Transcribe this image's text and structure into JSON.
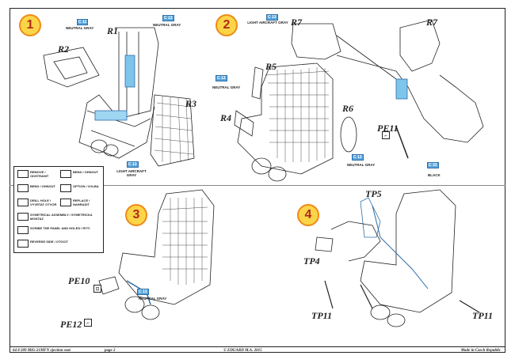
{
  "steps": [
    "1",
    "2",
    "3",
    "4"
  ],
  "parts": {
    "r1": "R1",
    "r2": "R2",
    "r3": "R3",
    "r4": "R4",
    "r5": "R5",
    "r6": "R6",
    "r7a": "R7",
    "r7b": "R7",
    "pe10": "PE10",
    "pe11": "PE11",
    "pe12": "PE12",
    "tp4": "TP4",
    "tp5": "TP5",
    "tp11a": "TP11",
    "tp11b": "TP11"
  },
  "colors": [
    {
      "code": "C 11",
      "label": "NEUTRAL GRAY"
    },
    {
      "code": "C 13",
      "label": "NEUTRAL GRAY"
    },
    {
      "code": "C 13",
      "label": "NEUTRAL GRAY"
    },
    {
      "code": "C 13",
      "label": "LIGHT AIRCRAFT GRAY"
    },
    {
      "code": "C 13",
      "label": "NEUTRAL GRAY"
    },
    {
      "code": "C 13",
      "label": "LIGHT AIRCRAFT GRAY"
    },
    {
      "code": "C 13",
      "label": "NEUTRAL GRAY"
    },
    {
      "code": "C 33",
      "label": "BLACK"
    }
  ],
  "legend": [
    "REMOVE / ODSTRANIT",
    "BEND / OHNOUT",
    "BEND / OHNOUT",
    "OPTION / VOLBA",
    "DRILL HOLE / VYVRTAT OTVOR",
    "REPLACE / NAHRADIT",
    "SYMETRICAL ASSEMBLY / SYMETRICKA MONTAZ",
    "SCRIBE THE PANEL AND HOLES / RYTI",
    "REVERSE SIDE / OTOCIT"
  ],
  "footer": {
    "left": "64 8 209  MiG-21MFN ejection seat",
    "page": "page 2",
    "center": "© EDUARD  M.A. 2015",
    "right": "Made in Czech Republic"
  }
}
